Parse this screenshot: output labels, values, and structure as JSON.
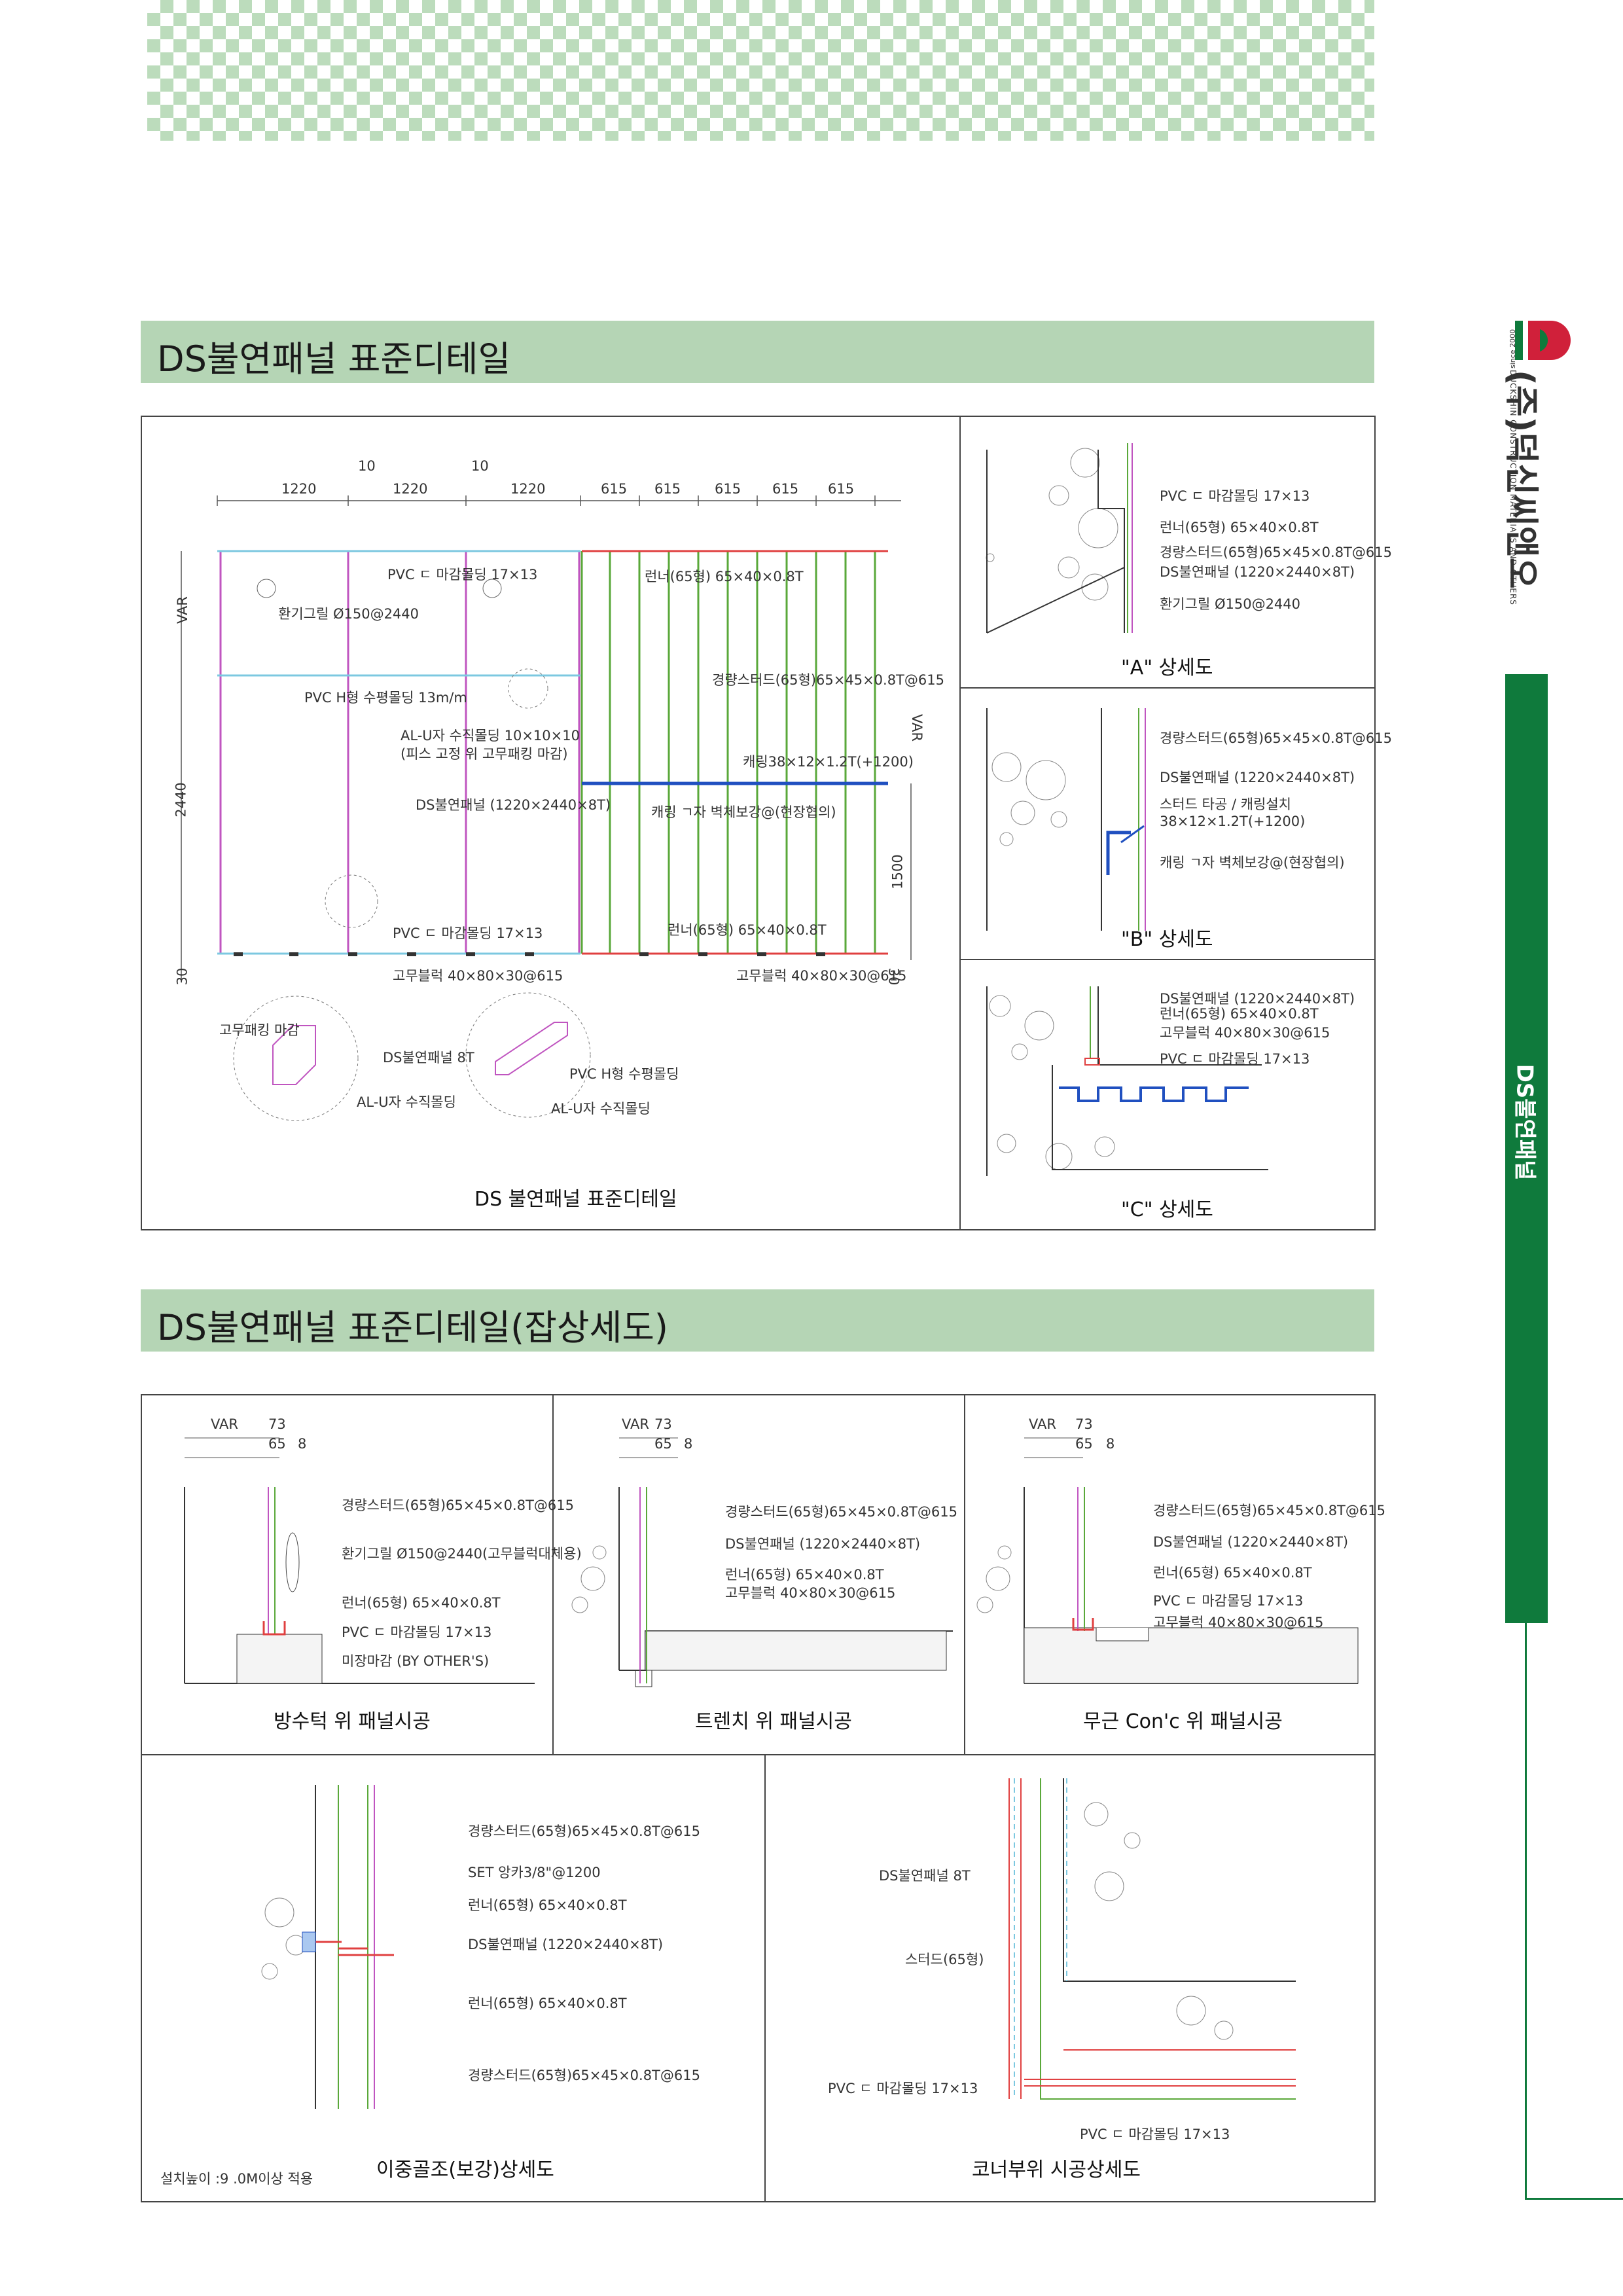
{
  "brand": {
    "company_name": "(주)덕신씨앤오",
    "company_sub": "DUCKSHIN CONSTRUCTION MATERIALS AND OTHERS",
    "since": "since 2000",
    "side_tab": "DS불연패널",
    "colors": {
      "accent": "#0f7a3c",
      "band": "#b5d5b5",
      "logo_red": "#d0203a"
    }
  },
  "section1": {
    "title": "DS불연패널 표준디테일",
    "main_caption": "DS 불연패널 표준디테일",
    "dims_top": [
      "10",
      "10",
      "1220",
      "1220",
      "1220",
      "615",
      "615",
      "615",
      "615",
      "615"
    ],
    "dims_side": [
      "VAR",
      "2440",
      "30",
      "VAR",
      "1500",
      "30"
    ],
    "labels": [
      "PVC ㄷ 마감몰딩 17×13",
      "환기그릴 Ø150@2440",
      "PVC H형 수평몰딩 13m/m",
      "AL-U자 수직몰딩 10×10×10",
      "(피스 고정 위 고무패킹 마감)",
      "DS불연패널 (1220×2440×8T)",
      "PVC ㄷ 마감몰딩 17×13",
      "고무블럭 40×80×30@615",
      "런너(65형) 65×40×0.8T",
      "경량스터드(65형)65×45×0.8T@615",
      "캐링38×12×1.2T(+1200)",
      "캐링 ㄱ자 벽체보강@(현장협의)",
      "런너(65형) 65×40×0.8T",
      "고무블럭 40×80×30@615",
      "고무패킹 마감",
      "DS불연패널 8T",
      "AL-U자 수직몰딩",
      "PVC H형 수평몰딩",
      "AL-U자 수직몰딩"
    ],
    "detail_a": {
      "caption": "\"A\" 상세도",
      "labels": [
        "PVC ㄷ 마감몰딩 17×13",
        "런너(65형) 65×40×0.8T",
        "경량스터드(65형)65×45×0.8T@615",
        "DS불연패널 (1220×2440×8T)",
        "환기그릴 Ø150@2440"
      ]
    },
    "detail_b": {
      "caption": "\"B\" 상세도",
      "labels": [
        "경량스터드(65형)65×45×0.8T@615",
        "DS불연패널 (1220×2440×8T)",
        "스터드 타공 / 캐링설치",
        "38×12×1.2T(+1200)",
        "캐링 ㄱ자 벽체보강@(현장협의)"
      ]
    },
    "detail_c": {
      "caption": "\"C\" 상세도",
      "labels": [
        "DS불연패널 (1220×2440×8T)",
        "런너(65형) 65×40×0.8T",
        "고무블럭 40×80×30@615",
        "PVC ㄷ 마감몰딩 17×13"
      ]
    }
  },
  "section2": {
    "title": "DS불연패널 표준디테일(잡상세도)",
    "dims": [
      "VAR",
      "73",
      "65",
      "8"
    ],
    "panel1": {
      "caption": "방수턱 위 패널시공",
      "labels": [
        "경량스터드(65형)65×45×0.8T@615",
        "환기그릴 Ø150@2440(고무블럭대체용)",
        "런너(65형) 65×40×0.8T",
        "PVC ㄷ 마감몰딩 17×13",
        "미장마감 (BY OTHER'S)"
      ]
    },
    "panel2": {
      "caption": "트렌치 위 패널시공",
      "labels": [
        "경량스터드(65형)65×45×0.8T@615",
        "DS불연패널 (1220×2440×8T)",
        "런너(65형) 65×40×0.8T",
        "고무블럭 40×80×30@615"
      ]
    },
    "panel3": {
      "caption": "무근 Con'c 위 패널시공",
      "labels": [
        "경량스터드(65형)65×45×0.8T@615",
        "DS불연패널 (1220×2440×8T)",
        "런너(65형) 65×40×0.8T",
        "PVC ㄷ 마감몰딩 17×13",
        "고무블럭 40×80×30@615"
      ]
    },
    "panel4": {
      "caption": "이중골조(보강)상세도",
      "note": "설치높이 :9 .0M이상 적용",
      "labels": [
        "경량스터드(65형)65×45×0.8T@615",
        "SET 앙카3/8\"@1200",
        "런너(65형) 65×40×0.8T",
        "DS불연패널 (1220×2440×8T)",
        "런너(65형) 65×40×0.8T",
        "경량스터드(65형)65×45×0.8T@615"
      ]
    },
    "panel5": {
      "caption": "코너부위 시공상세도",
      "labels": [
        "DS불연패널 8T",
        "스터드(65형)",
        "PVC ㄷ 마감몰딩 17×13",
        "PVC ㄷ 마감몰딩 17×13"
      ]
    }
  }
}
